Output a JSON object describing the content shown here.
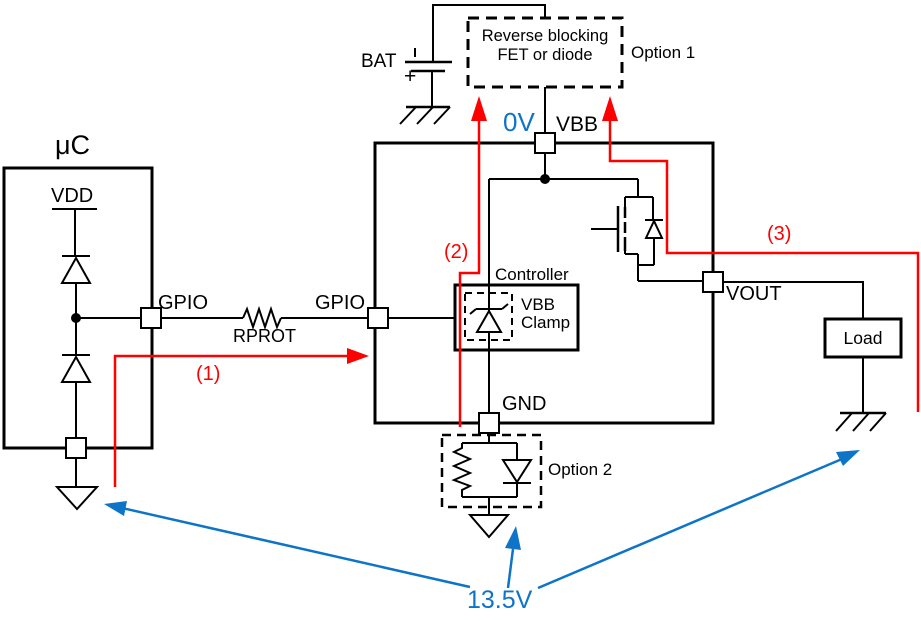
{
  "colors": {
    "wire": "#000000",
    "highlight_red": "#ff0000",
    "annotation_blue": "#0d74c8"
  },
  "microcontroller": {
    "title": "μC",
    "vdd_label": "VDD",
    "gpio_label": "GPIO"
  },
  "connection": {
    "resistor_label": "RPROT",
    "gpio_label": "GPIO"
  },
  "battery": {
    "label": "BAT",
    "plus": "+"
  },
  "option1": {
    "line1": "Reverse blocking",
    "line2": "FET or diode",
    "label": "Option 1"
  },
  "ic": {
    "vbb_pin": "VBB",
    "gnd_pin": "GND",
    "vout_pin": "VOUT",
    "controller_label": "Controller",
    "clamp_line1": "VBB",
    "clamp_line2": "Clamp"
  },
  "option2": {
    "label": "Option 2"
  },
  "load": {
    "label": "Load"
  },
  "annotations": {
    "path1": "(1)",
    "path2": "(2)",
    "path3": "(3)",
    "vbb_voltage": "0V",
    "ground_voltage": "13.5V"
  }
}
